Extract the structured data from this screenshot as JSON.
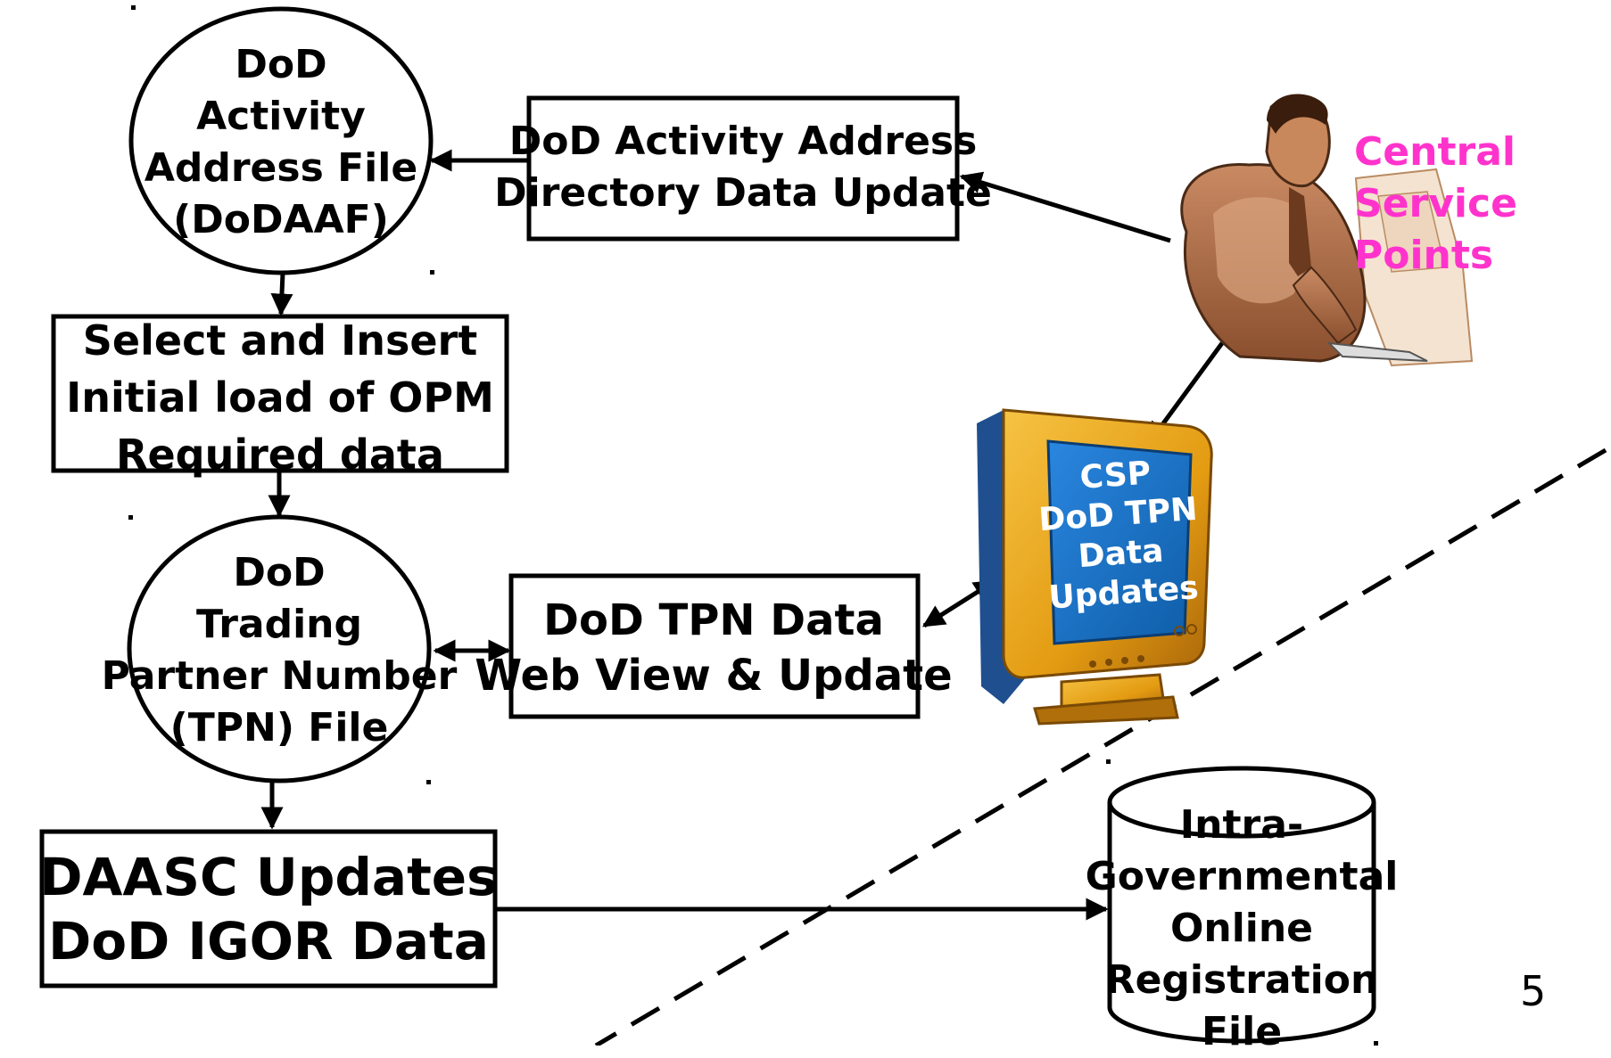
{
  "diagram": {
    "dodaaf": {
      "line1": "DoD",
      "line2": "Activity",
      "line3": "Address File",
      "line4": "(DoDAAF)"
    },
    "dodaad_update": {
      "line1": "DoD Activity Address",
      "line2": "Directory Data Update"
    },
    "central_service_points": {
      "line1": "Central",
      "line2": "Service",
      "line3": "Points"
    },
    "select_insert": {
      "line1": "Select and Insert",
      "line2": "Initial load of OPM",
      "line3": "Required data"
    },
    "csp_monitor": {
      "line1": "CSP",
      "line2": "DoD TPN",
      "line3": "Data",
      "line4": "Updates"
    },
    "tpn_file": {
      "line1": "DoD",
      "line2": "Trading",
      "line3": "Partner Number",
      "line4": "(TPN) File"
    },
    "tpn_web": {
      "line1": "DoD TPN Data",
      "line2": "Web View & Update"
    },
    "daasc": {
      "line1": "DAASC Updates",
      "line2": "DoD IGOR Data"
    },
    "igor_file": {
      "line1": "Intra-",
      "line2": "Governmental",
      "line3": "Online",
      "line4": "Registration",
      "line5": "File"
    }
  },
  "page_number": "5",
  "colors": {
    "stroke": "#000000",
    "csp_label": "#ff33cc",
    "monitor_screen": "#1a73c9",
    "monitor_body": "#e8a317"
  },
  "icons": {
    "person": "person-at-computer-icon",
    "monitor": "computer-monitor-icon"
  }
}
